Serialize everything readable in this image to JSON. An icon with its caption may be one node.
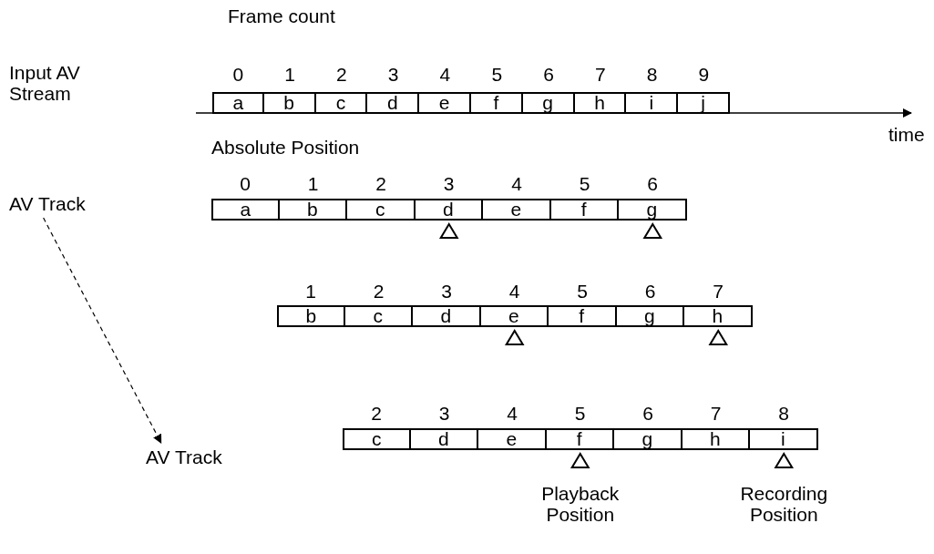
{
  "diagram": {
    "nodes": [
      {
        "text": [
          "AV Track"
        ]
      },
      {
        "text": [
          "AV Track"
        ]
      }
    ],
    "edges": [
      {
        "from": 0,
        "to": 1,
        "arrow": "to",
        "style": "dashed"
      }
    ],
    "labels": [
      "Frame count",
      "0",
      "1",
      "2",
      "3",
      "4",
      "5",
      "6",
      "7",
      "8",
      "9",
      "Input AV Stream",
      "a",
      "b",
      "c",
      "d",
      "e",
      "f",
      "g",
      "h",
      "i",
      "j",
      "time",
      "Absolute Position",
      "0",
      "1",
      "2",
      "3",
      "4",
      "5",
      "6",
      "a",
      "b",
      "c",
      "d",
      "e",
      "f",
      "g",
      "1",
      "2",
      "3",
      "4",
      "5",
      "6",
      "7",
      "b",
      "c",
      "d",
      "e",
      "f",
      "g",
      "h",
      "2",
      "3",
      "4",
      "5",
      "6",
      "7",
      "8",
      "c",
      "d",
      "e",
      "f",
      "g",
      "h",
      "i",
      "Playback Position",
      "Recording Position"
    ]
  }
}
